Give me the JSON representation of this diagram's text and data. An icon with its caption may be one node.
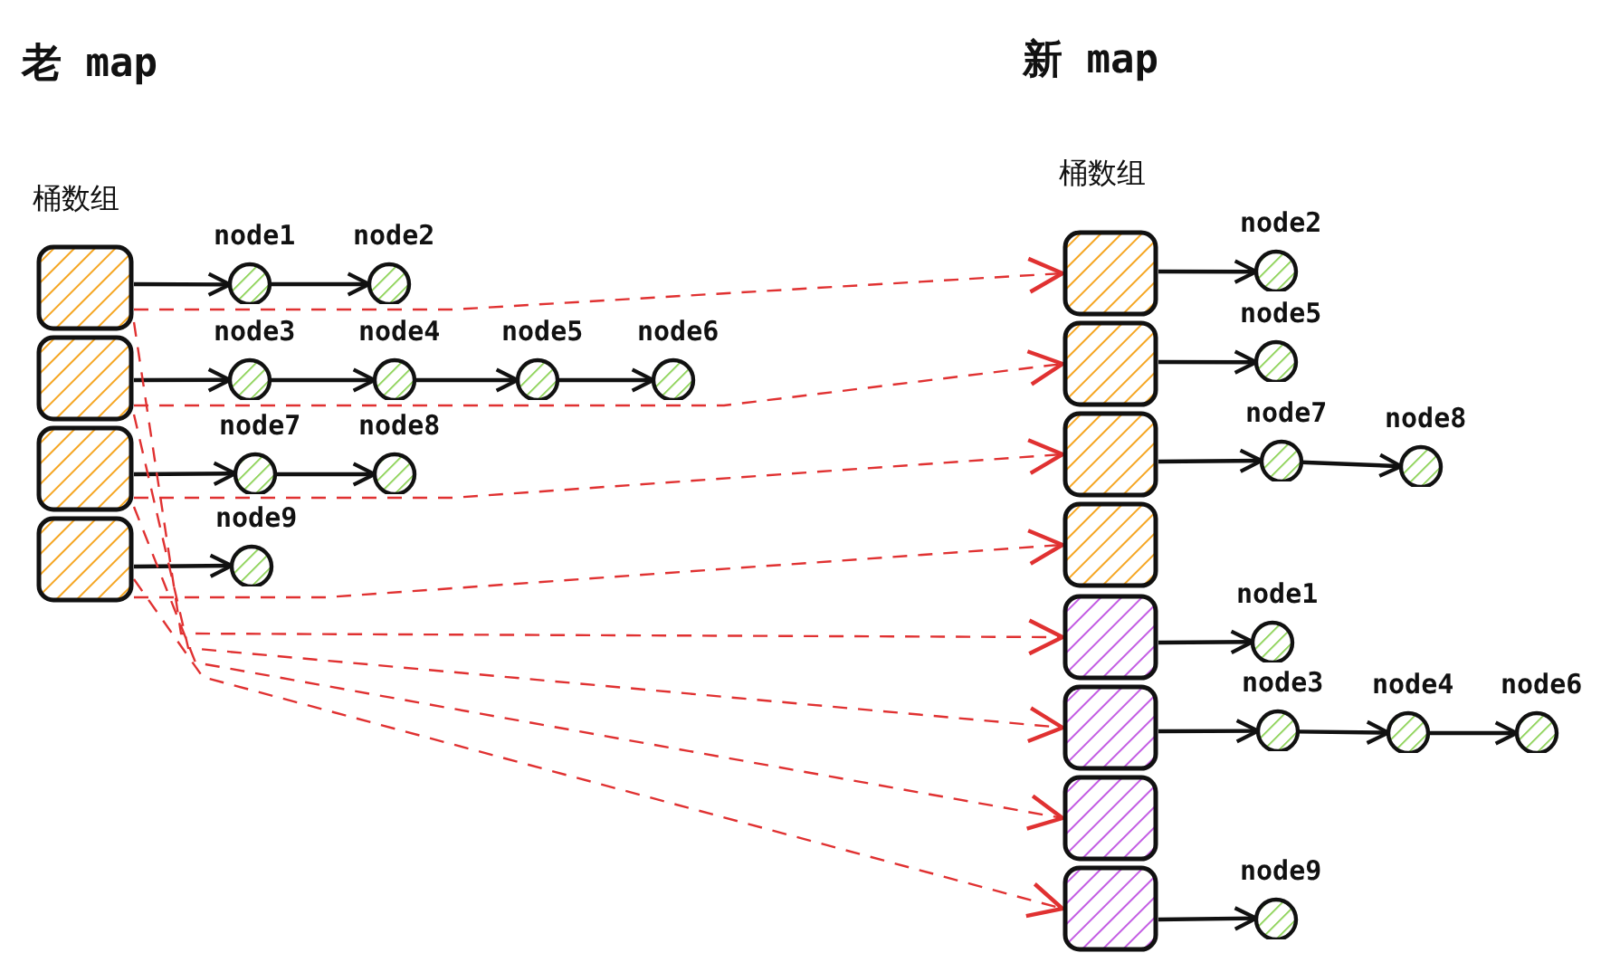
{
  "diagram": {
    "nodes": [
      {
        "text": [],
        "shape": "box"
      },
      {
        "text": [],
        "shape": "box"
      },
      {
        "text": [],
        "shape": "box"
      },
      {
        "text": [],
        "shape": "box"
      },
      {
        "text": [
          "node1"
        ]
      },
      {
        "text": [
          "node2"
        ]
      },
      {
        "text": [
          "node3"
        ]
      },
      {
        "text": [
          "node4"
        ]
      },
      {
        "text": [
          "node5"
        ]
      },
      {
        "text": [
          "node6"
        ]
      },
      {
        "text": [
          "node7"
        ]
      },
      {
        "text": [
          "node8"
        ]
      },
      {
        "text": [
          "node9"
        ]
      },
      {
        "text": [],
        "shape": "box"
      },
      {
        "text": [],
        "shape": "box"
      },
      {
        "text": [],
        "shape": "box"
      },
      {
        "text": [],
        "shape": "box"
      },
      {
        "text": [],
        "shape": "box"
      },
      {
        "text": [],
        "shape": "box"
      },
      {
        "text": [],
        "shape": "box"
      },
      {
        "text": [],
        "shape": "box"
      },
      {
        "text": [
          "node2"
        ]
      },
      {
        "text": [
          "node5"
        ]
      },
      {
        "text": [
          "node7"
        ]
      },
      {
        "text": [
          "node8"
        ]
      },
      {
        "text": [
          "node1"
        ]
      },
      {
        "text": [
          "node3"
        ]
      },
      {
        "text": [
          "node4"
        ]
      },
      {
        "text": [
          "node6"
        ]
      },
      {
        "text": [
          "node9"
        ]
      }
    ],
    "edges": [
      {
        "from": 0,
        "to": 4,
        "arrow": "to"
      },
      {
        "from": 4,
        "to": 5,
        "arrow": "to"
      },
      {
        "from": 1,
        "to": 6,
        "arrow": "to"
      },
      {
        "from": 6,
        "to": 7,
        "arrow": "to"
      },
      {
        "from": 7,
        "to": 8,
        "arrow": "to"
      },
      {
        "from": 8,
        "to": 9,
        "arrow": "to"
      },
      {
        "from": 2,
        "to": 10,
        "arrow": "to"
      },
      {
        "from": 10,
        "to": 11,
        "arrow": "to"
      },
      {
        "from": 3,
        "to": 12,
        "arrow": "to"
      },
      {
        "from": 13,
        "to": 21,
        "arrow": "to"
      },
      {
        "from": 14,
        "to": 22,
        "arrow": "to"
      },
      {
        "from": 15,
        "to": 23,
        "arrow": "to"
      },
      {
        "from": 23,
        "to": 24,
        "arrow": "to"
      },
      {
        "from": 17,
        "to": 25,
        "arrow": "to"
      },
      {
        "from": 18,
        "to": 26,
        "arrow": "to"
      },
      {
        "from": 26,
        "to": 27,
        "arrow": "to"
      },
      {
        "from": 27,
        "to": 28,
        "arrow": "to"
      },
      {
        "from": 20,
        "to": 29,
        "arrow": "to"
      },
      {
        "from": 0,
        "to": 13,
        "arrow": "to",
        "style": "dashed",
        "color": "#e03131"
      },
      {
        "from": 0,
        "to": 17,
        "arrow": "to",
        "style": "dashed",
        "color": "#e03131"
      },
      {
        "from": 1,
        "to": 14,
        "arrow": "to",
        "style": "dashed",
        "color": "#e03131"
      },
      {
        "from": 1,
        "to": 18,
        "arrow": "to",
        "style": "dashed",
        "color": "#e03131"
      },
      {
        "from": 2,
        "to": 15,
        "arrow": "to",
        "style": "dashed",
        "color": "#e03131"
      },
      {
        "from": 2,
        "to": 19,
        "arrow": "to",
        "style": "dashed",
        "color": "#e03131"
      },
      {
        "from": 3,
        "to": 16,
        "arrow": "to",
        "style": "dashed",
        "color": "#e03131"
      },
      {
        "from": 3,
        "to": 20,
        "arrow": "to",
        "style": "dashed",
        "color": "#e03131"
      }
    ],
    "labels": [
      "老 map",
      "新 map",
      "桶数组",
      "桶数组"
    ]
  }
}
